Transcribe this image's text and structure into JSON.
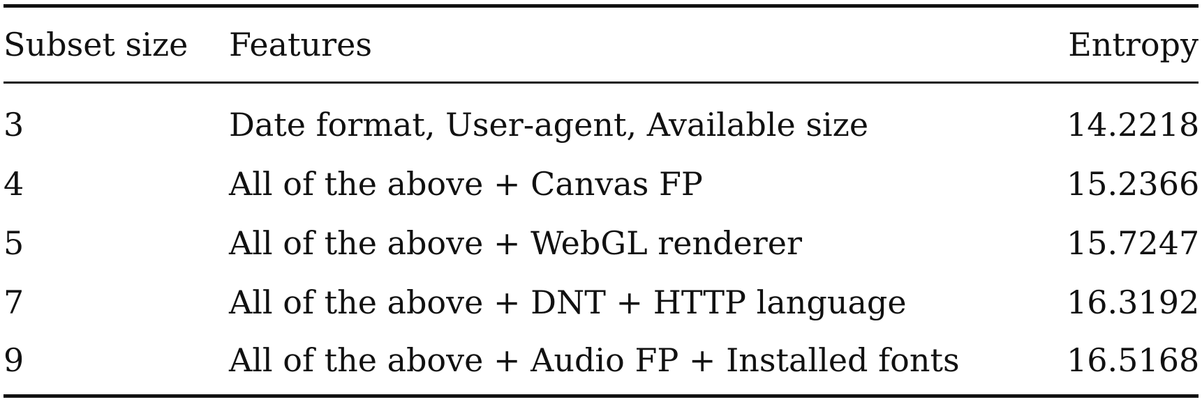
{
  "table": {
    "headers": [
      "Subset size",
      "Features",
      "Entropy"
    ],
    "rows": [
      [
        "3",
        "Date format, User-agent, Available size",
        "14.2218"
      ],
      [
        "4",
        "All of the above + Canvas FP",
        "15.2366"
      ],
      [
        "5",
        "All of the above + WebGL renderer",
        "15.7247"
      ],
      [
        "7",
        "All of the above + DNT + HTTP language",
        "16.3192"
      ],
      [
        "9",
        "All of the above + Audio FP + Installed fonts",
        "16.5168"
      ]
    ]
  }
}
